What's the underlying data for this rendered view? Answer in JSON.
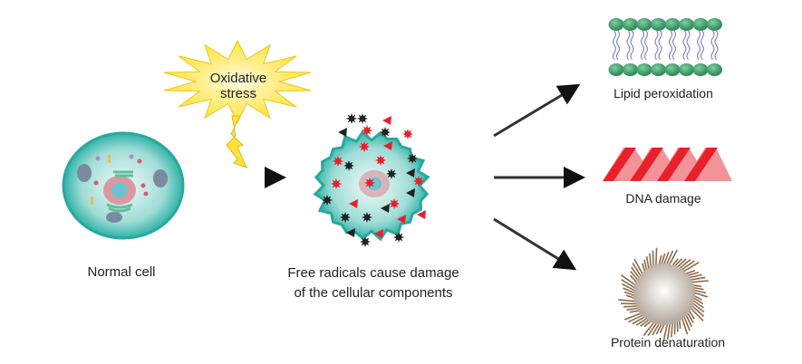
{
  "stress": {
    "line1": "Oxidative",
    "line2": "stress"
  },
  "normal_cell": {
    "label": "Normal cell"
  },
  "damaged_cell": {
    "line1": "Free radicals cause damage",
    "line2": "of the cellular components"
  },
  "outcomes": [
    {
      "label": "Lipid peroxidation"
    },
    {
      "label": "DNA damage"
    },
    {
      "label": "Protein denaturation"
    }
  ],
  "colors": {
    "cell": "#2fb3a8",
    "star": "#ffe84a",
    "radical_red": "#e8202a",
    "radical_black": "#222222",
    "lipid": "#3a9a6a",
    "dna": "#e8202a",
    "protein": "#8a6a48"
  }
}
